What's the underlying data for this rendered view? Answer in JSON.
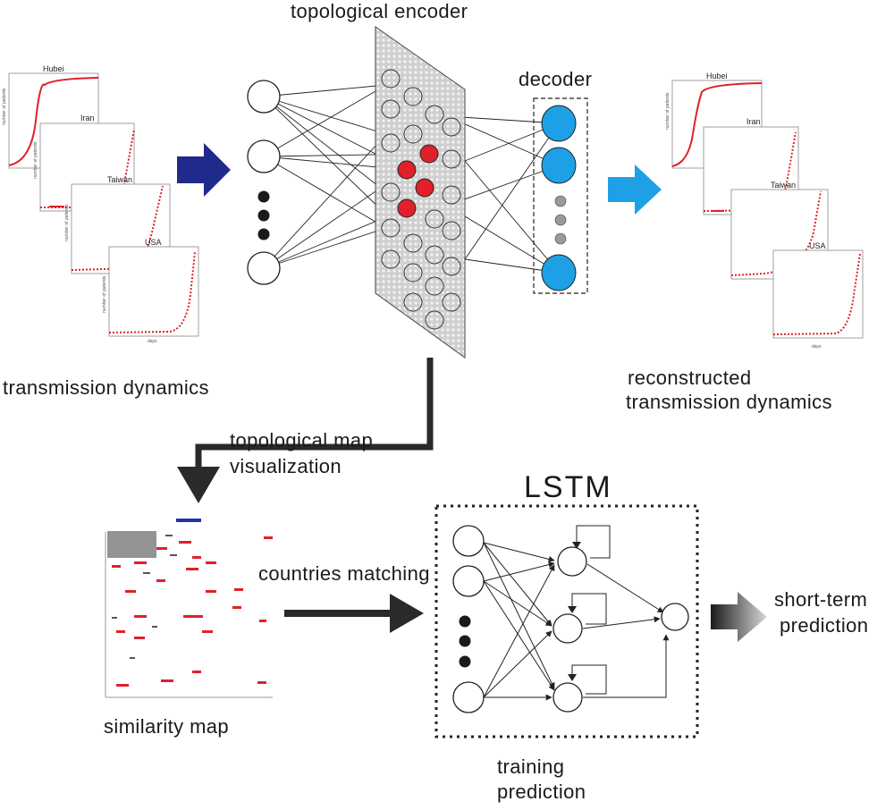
{
  "labels": {
    "encoder": "topological  encoder",
    "decoder": "decoder",
    "input_caption": "transmission dynamics",
    "output_caption_line1": "reconstructed",
    "output_caption_line2": "transmission dynamics",
    "map_line1": "topological map",
    "map_line2": "visualization",
    "similarity": "similarity map",
    "matching": "countries matching",
    "lstm": "LSTM",
    "training": "training",
    "prediction": "prediction",
    "short_term_line1": "short-term",
    "short_term_line2": "prediction"
  },
  "mini_plots": {
    "titles": [
      "Hubei",
      "Iran",
      "Taiwan",
      "USA"
    ],
    "ylabel": "number of patients",
    "xlabel": "days"
  },
  "colors": {
    "input_arrow": "#1f2a8a",
    "output_arrow": "#1ea0e6",
    "decoder_node": "#1ea0e6",
    "active_node": "#e0202a",
    "encoder_fill": "#d8d8d8",
    "curve": "#e0202a",
    "dark_arrow": "#2a2a2a"
  },
  "icons": [
    "right-arrow-icon",
    "down-arrow-icon",
    "gradient-arrow-icon"
  ]
}
